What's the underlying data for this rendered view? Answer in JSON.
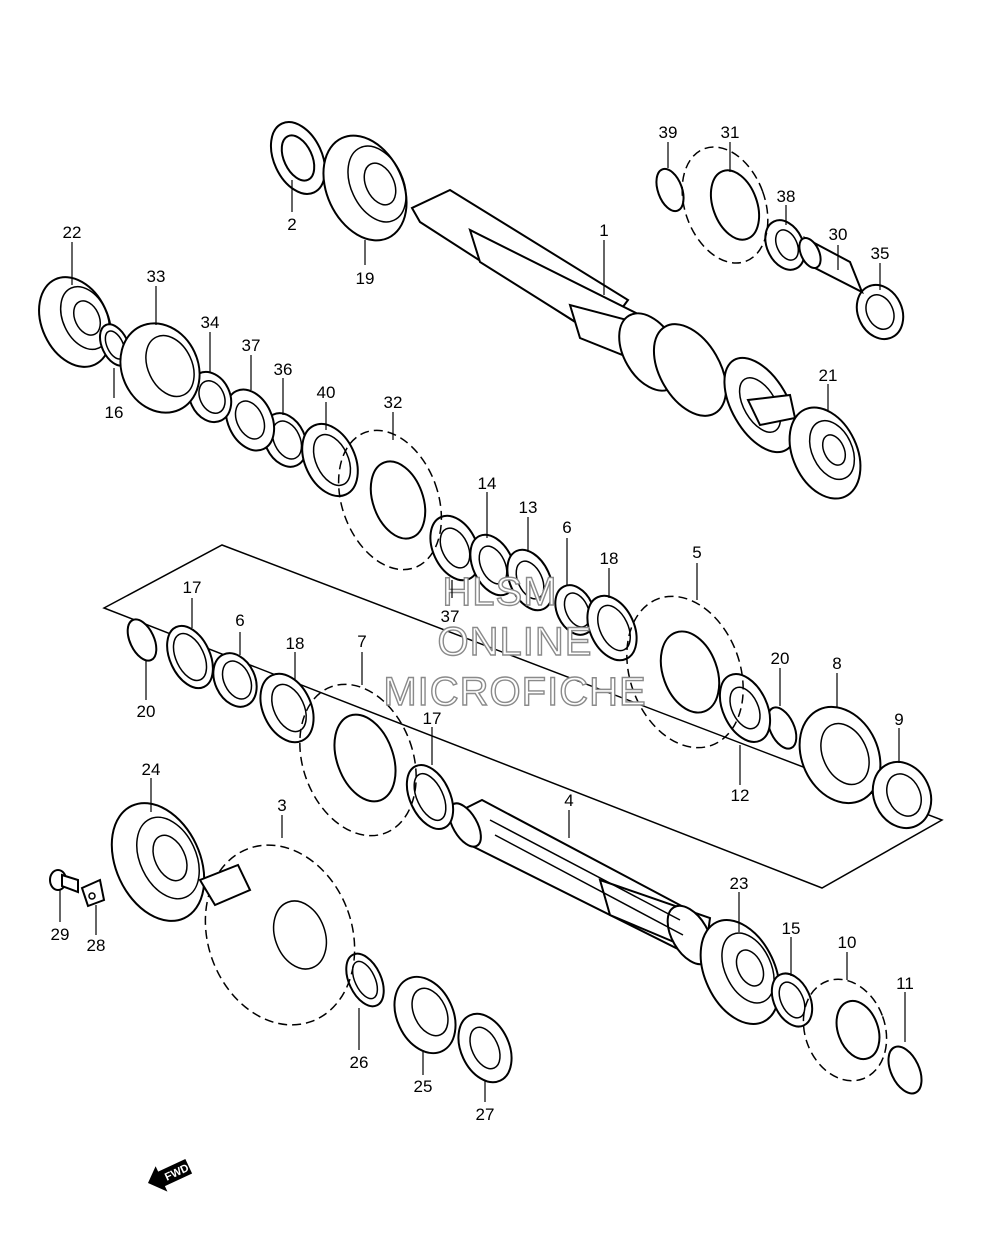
{
  "watermark": {
    "line1": "HLSM",
    "line2": "ONLINE",
    "line3": "MICROFICHE"
  },
  "fwd_badge": "FWD",
  "callouts": [
    {
      "n": "1",
      "part": "shaft"
    },
    {
      "n": "2",
      "part": "seal"
    },
    {
      "n": "3",
      "part": "gear"
    },
    {
      "n": "4",
      "part": "shaft"
    },
    {
      "n": "5",
      "part": "gear"
    },
    {
      "n": "6",
      "part": "bushing"
    },
    {
      "n": "6",
      "part": "bushing"
    },
    {
      "n": "7",
      "part": "gear"
    },
    {
      "n": "8",
      "part": "gear"
    },
    {
      "n": "9",
      "part": "gear"
    },
    {
      "n": "10",
      "part": "gear"
    },
    {
      "n": "11",
      "part": "circlip"
    },
    {
      "n": "12",
      "part": "washer"
    },
    {
      "n": "13",
      "part": "washer"
    },
    {
      "n": "14",
      "part": "washer"
    },
    {
      "n": "15",
      "part": "ring"
    },
    {
      "n": "16",
      "part": "ring"
    },
    {
      "n": "17",
      "part": "washer"
    },
    {
      "n": "17",
      "part": "washer"
    },
    {
      "n": "18",
      "part": "needle-bearing"
    },
    {
      "n": "18",
      "part": "needle-bearing"
    },
    {
      "n": "19",
      "part": "bearing"
    },
    {
      "n": "20",
      "part": "circlip"
    },
    {
      "n": "20",
      "part": "circlip"
    },
    {
      "n": "21",
      "part": "bearing"
    },
    {
      "n": "22",
      "part": "bearing"
    },
    {
      "n": "23",
      "part": "bearing"
    },
    {
      "n": "24",
      "part": "bearing"
    },
    {
      "n": "25",
      "part": "bearing"
    },
    {
      "n": "26",
      "part": "washer"
    },
    {
      "n": "27",
      "part": "seal"
    },
    {
      "n": "28",
      "part": "plate"
    },
    {
      "n": "29",
      "part": "bolt"
    },
    {
      "n": "30",
      "part": "pin"
    },
    {
      "n": "31",
      "part": "gear"
    },
    {
      "n": "32",
      "part": "gear"
    },
    {
      "n": "33",
      "part": "gear"
    },
    {
      "n": "34",
      "part": "needle-bearing"
    },
    {
      "n": "35",
      "part": "bushing"
    },
    {
      "n": "36",
      "part": "bushing"
    },
    {
      "n": "37",
      "part": "washer"
    },
    {
      "n": "37",
      "part": "washer"
    },
    {
      "n": "38",
      "part": "needle-bearing"
    },
    {
      "n": "39",
      "part": "circlip"
    },
    {
      "n": "40",
      "part": "needle-bearing"
    }
  ]
}
